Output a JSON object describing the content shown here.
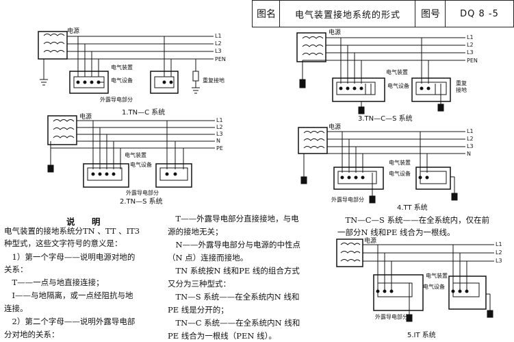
{
  "title_block": {
    "name_label": "图名",
    "name_value": "电气装置接地系统的形式",
    "number_label": "图号",
    "number_value": "DQ 8 -5"
  },
  "labels": {
    "source": "电源",
    "L1": "L1",
    "L2": "L2",
    "L3": "L3",
    "PEN": "PEN",
    "N": "N",
    "PE": "PE",
    "device": "电气装置",
    "equipment": "电气设备",
    "exposed": "外露导电部分",
    "repeat_ground": "重复接地"
  },
  "captions": {
    "tnc": "1.TN—C 系统",
    "tns": "2.TN—S 系统",
    "tncs": "3.TN—C—S 系统",
    "tt": "4.TT 系统",
    "it": "5.IT 系统"
  },
  "explanation": {
    "heading": "说　明",
    "col1": [
      "电气装置的接地系统分TN 、TT 、IT3",
      "种型式，这些文字符号的意义是：",
      "　1）第一个字母——说明电源对地的",
      "关系：",
      "　T——一点与地直接连接；",
      "　I——与地隔离，或一点经阻抗与地",
      "连接。",
      "　2）第二个字母——说明外露导电部",
      "分对地的关系："
    ],
    "col2": [
      "　T——外露导电部分直接接地，与电",
      "源的接地无关；",
      "　N——外露导电部分与电源的中性点",
      "（N 点）连接而接地。",
      "　TN 系统按N 线和PE 线的组合方式",
      "又分为三种型式：",
      "　TN—S 系统——在全系统内N 线和",
      "PE 线是分开的；",
      "　TN—C 系统——在全系统内N 线和",
      "PE 线合为一根线（PEN 线）。"
    ],
    "col3": [
      "　TN—C—S 系统——在全系统内，仅在前",
      "一部分N 线和PE 线合为一根线。"
    ]
  }
}
